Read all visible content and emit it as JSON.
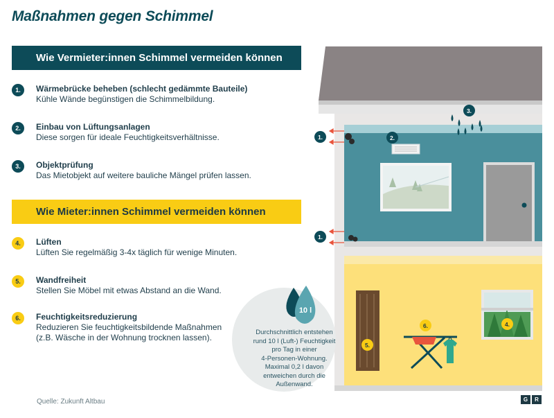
{
  "title": "Maßnahmen gegen Schimmel",
  "landlord": {
    "heading": "Wie Vermieter:innen Schimmel vermeiden können",
    "items": [
      {
        "num": "1.",
        "head": "Wärmebrücke beheben (schlecht gedämmte Bauteile)",
        "text": "Kühle Wände begünstigen die Schimmelbildung."
      },
      {
        "num": "2.",
        "head": "Einbau von Lüftungsanlagen",
        "text": "Diese sorgen für ideale Feuchtigkeitsverhältnisse."
      },
      {
        "num": "3.",
        "head": "Objektprüfung",
        "text": "Das Mietobjekt auf weitere bauliche Mängel prüfen lassen."
      }
    ]
  },
  "tenant": {
    "heading": "Wie Mieter:innen Schimmel vermeiden können",
    "items": [
      {
        "num": "4.",
        "head": "Lüften",
        "text": "Lüften Sie regelmäßig 3-4x täglich für wenige Minuten."
      },
      {
        "num": "5.",
        "head": "Wandfreiheit",
        "text": "Stellen Sie Möbel mit etwas Abstand an die Wand."
      },
      {
        "num": "6.",
        "head": "Feuchtigkeitsreduzierung",
        "text": "Reduzieren Sie feuchtigkeitsbildende Maßnahmen",
        "text2": "(z.B. Wäsche in der Wohnung trocknen lassen)."
      }
    ]
  },
  "callout": {
    "badge": "10 l",
    "lines": [
      "Durchschnittlich entstehen",
      "rund 10 l (Luft-) Feuchtigkeit",
      "pro Tag in einer",
      "4-Personen-Wohnung.",
      "Maximal 0,2 l davon",
      "entweichen durch die",
      "Außenwand."
    ]
  },
  "markers": {
    "m1a": "1.",
    "m1b": "1.",
    "m2": "2.",
    "m3": "3.",
    "m4": "4.",
    "m5": "5.",
    "m6": "6."
  },
  "source": "Quelle: Zukunft Altbau",
  "logo": {
    "left": "G",
    "right": "R"
  },
  "colors": {
    "dark_teal": "#0d4b58",
    "yellow": "#f9cc14",
    "room_teal": "#4a8f9c",
    "room_yellow": "#fde07a",
    "roof": "#8a8384",
    "arrow": "#e8553d"
  }
}
